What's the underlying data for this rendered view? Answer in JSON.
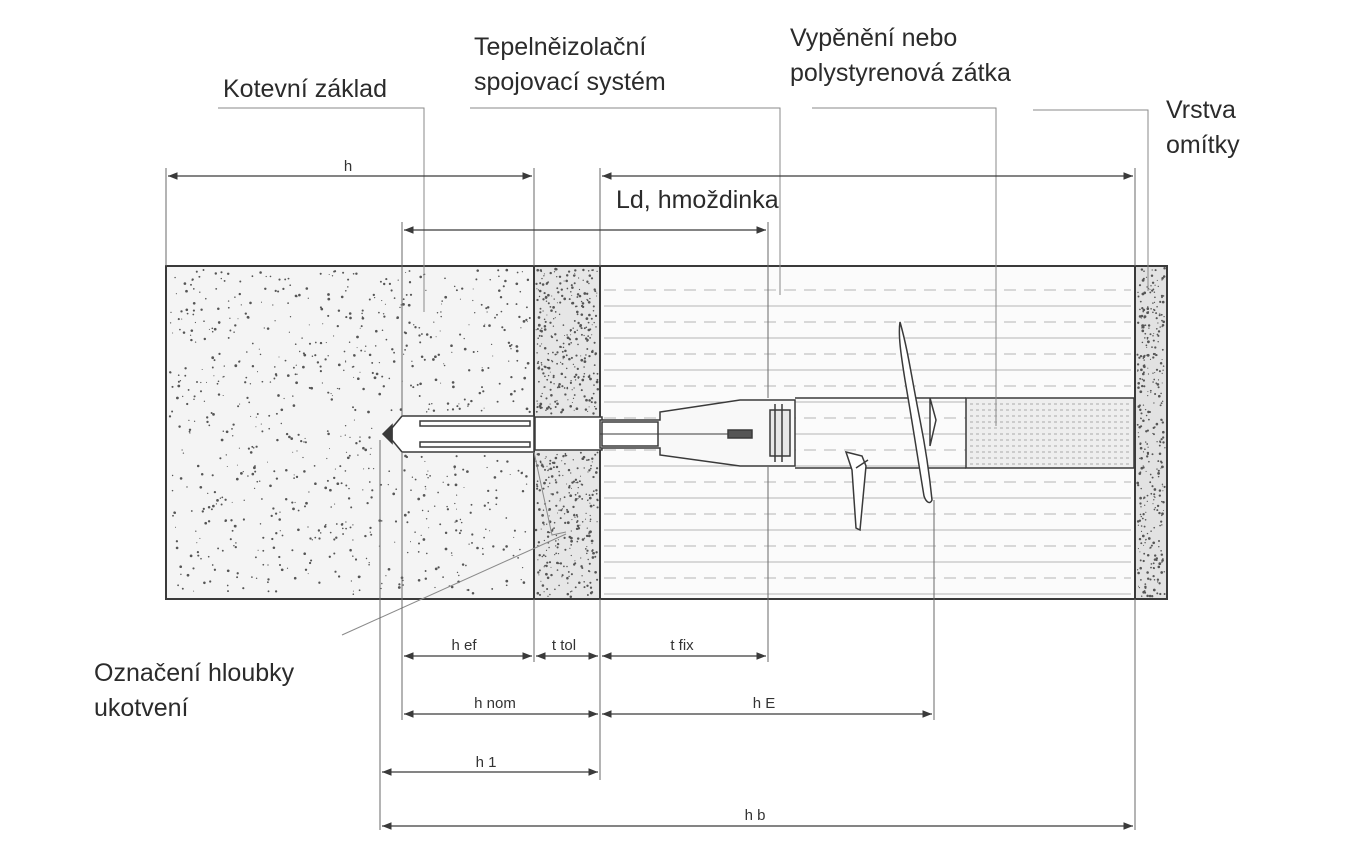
{
  "callouts": {
    "anchor_base": "Kotevní základ",
    "insulation_system": "Tepelněizolační\nspojovací systém",
    "foam_plug": "Vypěnění nebo\npolystyrenová zátka",
    "plaster_layer": "Vrstva\nomítky",
    "dowel": "Ld, hmoždinka",
    "anchor_depth_mark": "Označení hloubky\nukotvení"
  },
  "dimensions": {
    "h": "h",
    "h_ef": "h ef",
    "t_tol": "t tol",
    "t_fix": "t fix",
    "h_nom": "h nom",
    "h_E": "h E",
    "h_1": "h 1",
    "h_b": "h b"
  },
  "colors": {
    "line": "#3a3a3a",
    "leader": "#8a8a8a",
    "concrete_bg": "#f4f4f4",
    "adhesive_bg": "#e6e6e6",
    "insulation_bg": "#fbfbfb"
  }
}
